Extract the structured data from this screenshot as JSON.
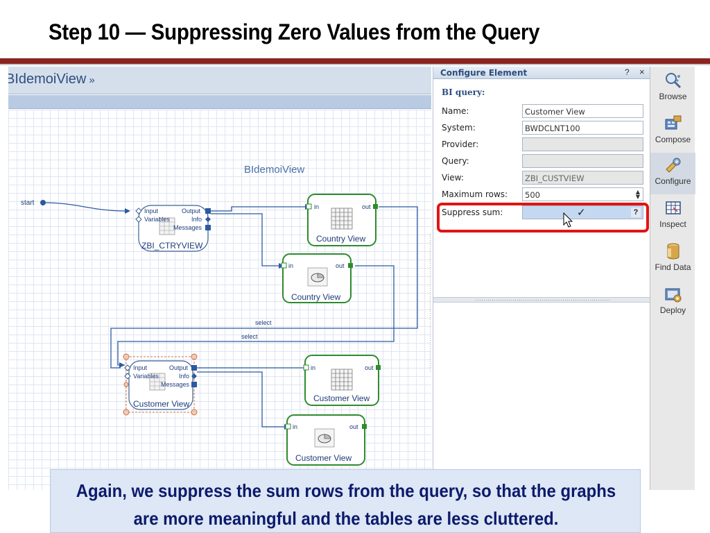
{
  "slide": {
    "title": "Step 10 — Suppressing Zero Values from the Query",
    "caption": "Again, we suppress the sum rows from the query, so that the graphs are more meaningful and the tables are less cluttered."
  },
  "canvas": {
    "header_title": "BIdemoiView",
    "header_suffix": "»",
    "label": "BIdemoiView",
    "start_label": "start",
    "wire_labels": [
      "select",
      "select"
    ],
    "nodes": [
      {
        "caption": "ZBI_CTRYVIEW",
        "ports_in": [
          "Input",
          "Variables"
        ],
        "ports_out": [
          "Output",
          "Info",
          "Messages"
        ]
      },
      {
        "caption": "Country View",
        "in": "in",
        "out": "out",
        "icon": "table-icon"
      },
      {
        "caption": "Country View",
        "in": "in",
        "out": "out",
        "icon": "pie-chart-icon"
      },
      {
        "caption": "Customer View",
        "ports_in": [
          "Input",
          "Variables"
        ],
        "ports_out": [
          "Output",
          "Info",
          "Messages"
        ]
      },
      {
        "caption": "Customer View",
        "in": "in",
        "out": "out",
        "icon": "table-icon"
      },
      {
        "caption": "Customer View",
        "in": "in",
        "out": "out",
        "icon": "pie-chart-icon"
      }
    ]
  },
  "config": {
    "title": "Configure Element",
    "help_icon": "?",
    "close_icon": "×",
    "section": "BI query:",
    "fields": {
      "name": {
        "label": "Name:",
        "value": "Customer View"
      },
      "system": {
        "label": "System:",
        "value": "BWDCLNT100"
      },
      "provider": {
        "label": "Provider:",
        "value": ""
      },
      "query": {
        "label": "Query:",
        "value": ""
      },
      "view": {
        "label": "View:",
        "value": "ZBI_CUSTVIEW"
      },
      "max_rows": {
        "label": "Maximum rows:",
        "value": "500"
      },
      "suppress_sum": {
        "label": "Suppress sum:",
        "checked": "✓",
        "help": "?"
      }
    }
  },
  "toolbar": {
    "items": [
      {
        "label": "Browse",
        "icon": "browse-icon"
      },
      {
        "label": "Compose",
        "icon": "compose-icon"
      },
      {
        "label": "Configure",
        "icon": "configure-icon"
      },
      {
        "label": "Inspect",
        "icon": "inspect-icon"
      },
      {
        "label": "Find Data",
        "icon": "find-data-icon"
      },
      {
        "label": "Deploy",
        "icon": "deploy-icon"
      }
    ]
  },
  "colors": {
    "title_rule": "#8b2420",
    "highlight": "#e11414",
    "node_green": "#2e8b2e",
    "wire_blue": "#2b5aa0"
  }
}
